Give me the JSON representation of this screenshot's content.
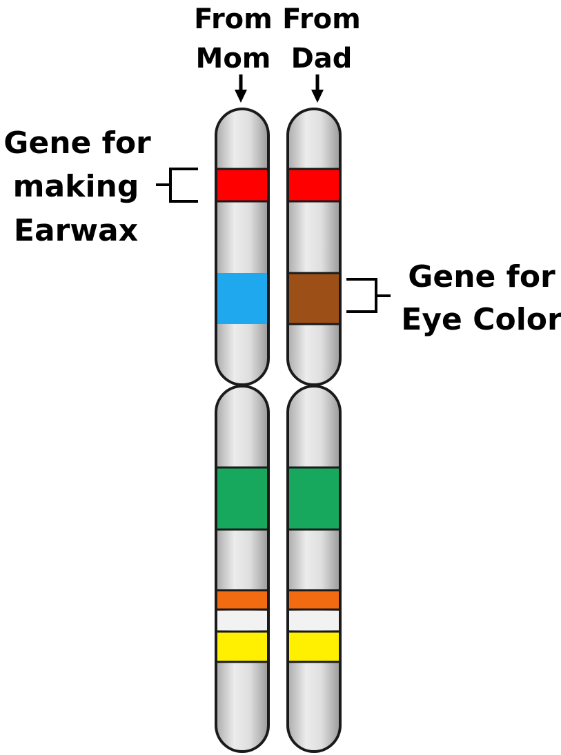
{
  "headers": {
    "mom_line1": "From",
    "mom_line2": "Mom",
    "dad_line1": "From",
    "dad_line2": "Dad"
  },
  "labels": {
    "earwax_line1": "Gene for",
    "earwax_line2": "making",
    "earwax_line3": "Earwax",
    "eye_line1": "Gene for",
    "eye_line2": "Eye Color"
  },
  "colors": {
    "chromosome_fill": "#d6d6d6",
    "outline": "#1a1a1a",
    "gap_band": "#f2f2f2",
    "earwax_gene": "#ff0000",
    "eye_gene_mom": "#1fa8ee",
    "eye_gene_dad": "#9c4f17",
    "green_band": "#17a85e",
    "orange_band": "#f26b10",
    "yellow_band": "#ffef00"
  }
}
